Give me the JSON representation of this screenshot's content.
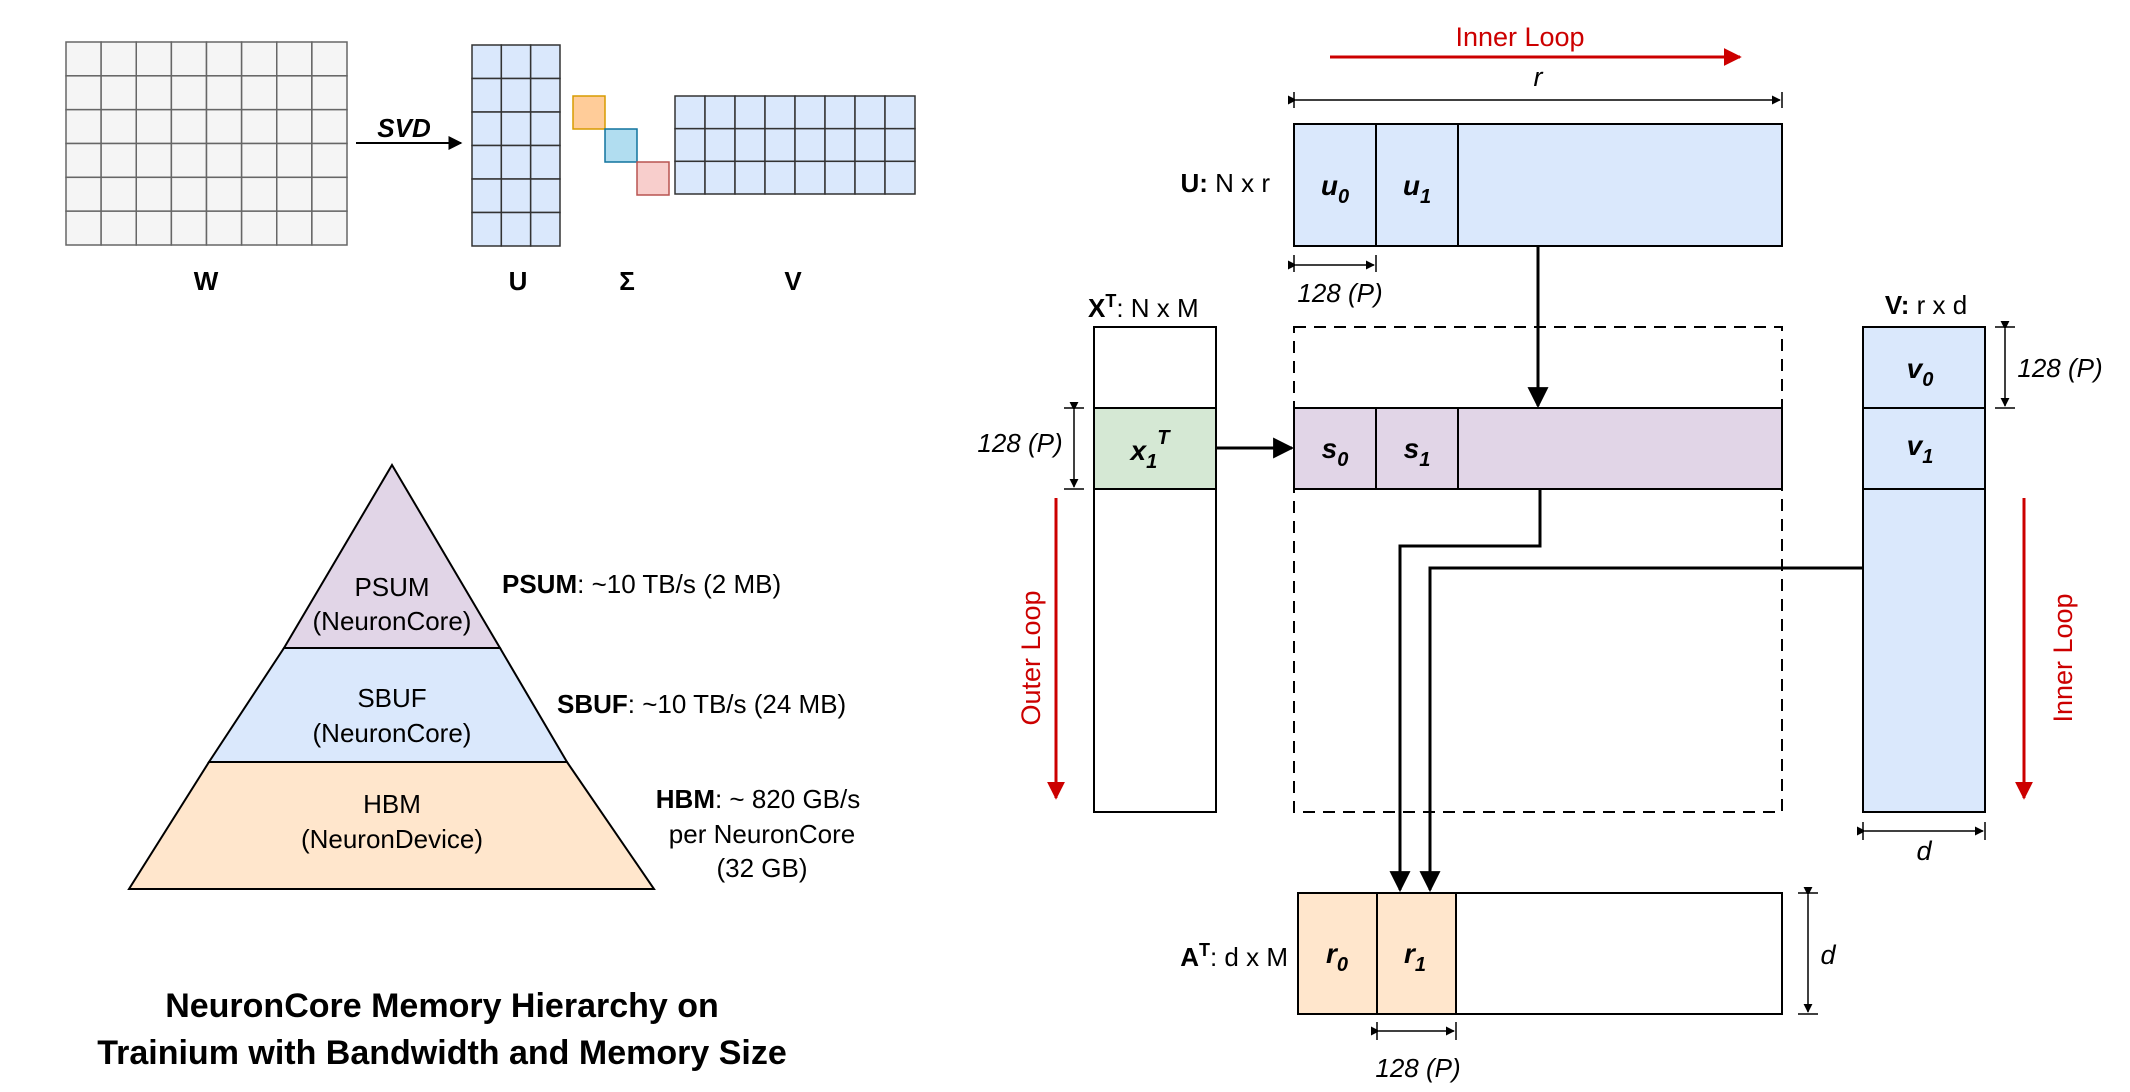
{
  "svd": {
    "op": "SVD",
    "W": "W",
    "U": "U",
    "Sigma": "Σ",
    "V": "V"
  },
  "pyramid": {
    "levels": [
      {
        "name": "PSUM",
        "scope": "(NeuronCore)",
        "desc_bold": "PSUM",
        "desc": ": ~10 TB/s (2 MB)",
        "color": "#e1d5e7"
      },
      {
        "name": "SBUF",
        "scope": "(NeuronCore)",
        "desc_bold": "SBUF",
        "desc": ": ~10 TB/s (24 MB)",
        "color": "#dae8fc"
      },
      {
        "name": "HBM",
        "scope": "(NeuronDevice)",
        "desc_bold": "HBM",
        "desc": ": ~ 820 GB/s",
        "desc2": "per NeuronCore",
        "desc3": "(32 GB)",
        "color": "#ffe6cc"
      }
    ],
    "title_line1": "NeuronCore Memory Hierarchy on",
    "title_line2": "Trainium with Bandwidth and Memory Size"
  },
  "right": {
    "inner_loop_top": "Inner Loop",
    "r_label": "r",
    "u_label_bold": "U:",
    "u_label_dims": " N x r",
    "u0": "u",
    "u0_sub": "0",
    "u1": "u",
    "u1_sub": "1",
    "u_tile": "128 (P)",
    "xt_label_bold": "X",
    "xt_label_sup": "T",
    "xt_label_dims": ": N x M",
    "x_tile": "128 (P)",
    "x1": "x",
    "x1_sub": "1",
    "x1_sup": "T",
    "s0": "s",
    "s0_sub": "0",
    "s1": "s",
    "s1_sub": "1",
    "outer_loop": "Outer Loop",
    "v_label_bold": "V:",
    "v_label_dims": " r x d",
    "v_tile": "128 (P)",
    "v0": "v",
    "v0_sub": "0",
    "v1": "v",
    "v1_sub": "1",
    "inner_loop_right": "Inner Loop",
    "d_label": "d",
    "at_label_bold": "A",
    "at_label_sup": "T",
    "at_label_dims": ": d x M",
    "r0": "r",
    "r0_sub": "0",
    "r1": "r",
    "r1_sub": "1",
    "a_d": "d",
    "a_tile": "128 (P)"
  },
  "colors": {
    "blue": "#dae8fc",
    "purple": "#e1d5e7",
    "green": "#d5e8d4",
    "orange": "#ffe6cc",
    "grey": "#f5f5f5",
    "red": "#cc0000",
    "sigma_orange": "#ffcc99",
    "sigma_blue": "#b1ddf0",
    "sigma_red": "#f8cecc"
  }
}
